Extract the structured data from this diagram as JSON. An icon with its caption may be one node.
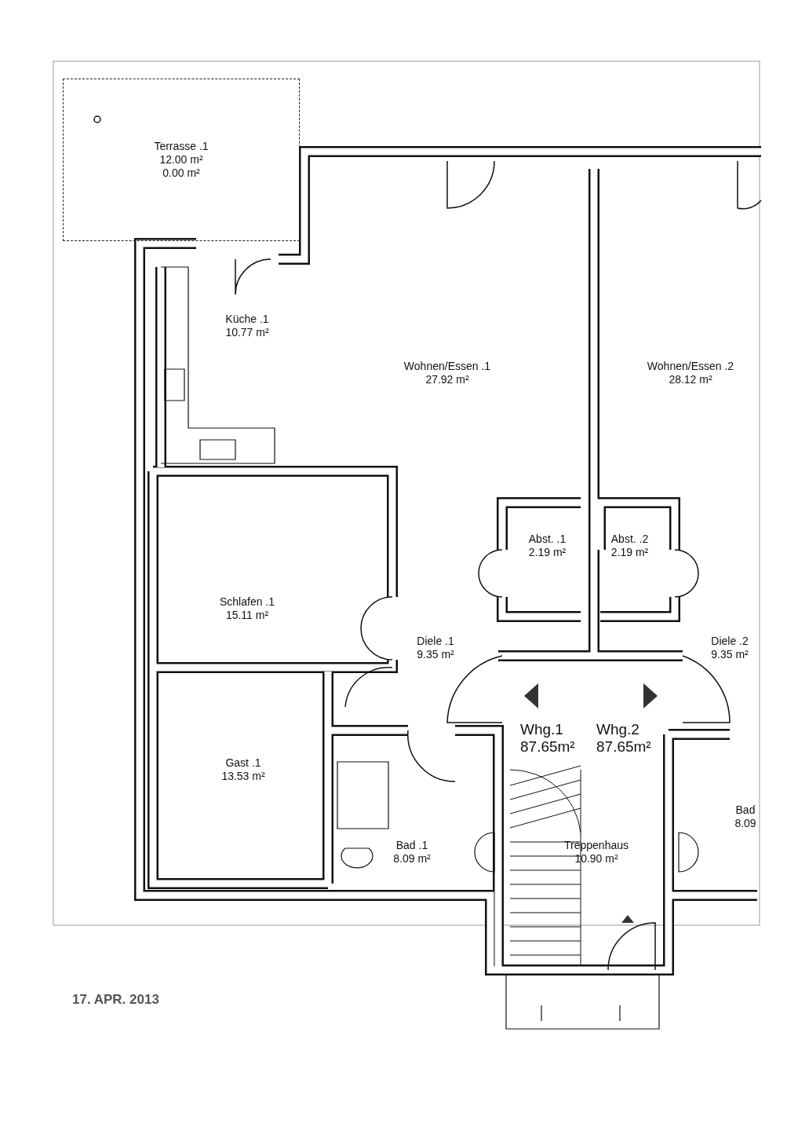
{
  "diagram": {
    "nodes": [
      {
        "text": [
          "Terrasse .1",
          "12.00 m²",
          "0.00 m²"
        ]
      },
      {
        "text": [
          "Küche .1",
          "10.77 m²"
        ]
      },
      {
        "text": [
          "Wohnen/Essen .1",
          "27.92 m²"
        ]
      },
      {
        "text": [
          "Wohnen/Essen .2",
          "28.12 m²"
        ]
      },
      {
        "text": [
          "Abst. .1",
          "2.19 m²"
        ]
      },
      {
        "text": [
          "Abst. .2",
          "2.19 m²"
        ]
      },
      {
        "text": [
          "Schlafen .1",
          "15.11 m²"
        ]
      },
      {
        "text": [
          "Diele .1",
          "9.35 m²"
        ]
      },
      {
        "text": [
          "Diele .2",
          "9.35 m²"
        ]
      },
      {
        "text": [
          "Gast .1",
          "13.53 m²"
        ]
      },
      {
        "text": [
          "Bad .1",
          "8.09 m²"
        ]
      },
      {
        "text": [
          "Treppenhaus",
          "10.90 m²"
        ]
      },
      {
        "text": [
          "Bad",
          "8.09"
        ]
      }
    ],
    "labels": [
      "Whg.1",
      "87.65m²",
      "Whg.2",
      "87.65m²",
      "17. APR. 2013"
    ]
  }
}
